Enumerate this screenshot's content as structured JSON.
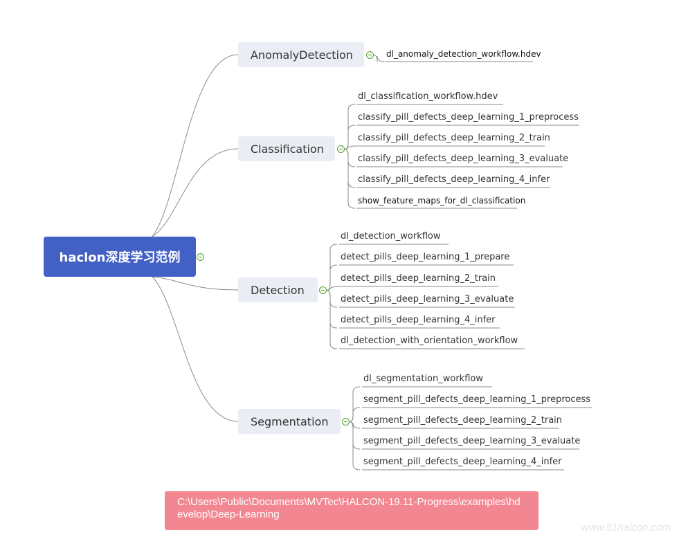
{
  "root": {
    "label": "haclon深度学习范例"
  },
  "branches": [
    {
      "label": "AnomalyDetection",
      "children": [
        "dl_anomaly_detection_workflow.hdev"
      ]
    },
    {
      "label": "Classification",
      "children": [
        "dl_classification_workflow.hdev",
        "classify_pill_defects_deep_learning_1_preprocess",
        "classify_pill_defects_deep_learning_2_train",
        "classify_pill_defects_deep_learning_3_evaluate",
        "classify_pill_defects_deep_learning_4_infer",
        "show_feature_maps_for_dl_classification"
      ]
    },
    {
      "label": "Detection",
      "children": [
        "dl_detection_workflow",
        "detect_pills_deep_learning_1_prepare",
        "detect_pills_deep_learning_2_train",
        "detect_pills_deep_learning_3_evaluate",
        "detect_pills_deep_learning_4_infer",
        "dl_detection_with_orientation_workflow"
      ]
    },
    {
      "label": "Segmentation",
      "children": [
        "dl_segmentation_workflow",
        "segment_pill_defects_deep_learning_1_preprocess",
        "segment_pill_defects_deep_learning_2_train",
        "segment_pill_defects_deep_learning_3_evaluate",
        "segment_pill_defects_deep_learning_4_infer"
      ]
    }
  ],
  "path_note": "C:\\Users\\Public\\Documents\\MVTec\\HALCON-19.11-Progress\\examples\\hdevelop\\Deep-Learning",
  "watermark": "www.51halcon.com",
  "colors": {
    "root_fill": "#4361c4",
    "branch_fill": "#ebedf4",
    "connector": "#8a8a8a",
    "collapse_icon": "#5a9e3c",
    "path_note_fill": "#f28791"
  }
}
